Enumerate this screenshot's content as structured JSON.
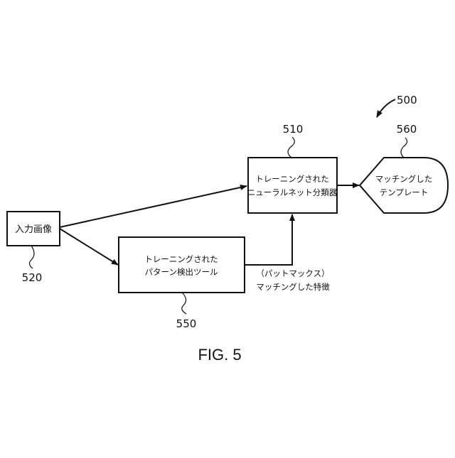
{
  "figure": {
    "ref_number": "500",
    "caption": "FIG. 5"
  },
  "nodes": {
    "input_image": {
      "label": "入力画像",
      "ref": "520"
    },
    "classifier": {
      "line1": "トレーニングされた",
      "line2": "ニューラルネット分類器",
      "ref": "510"
    },
    "pattern_tool": {
      "line1": "トレーニングされた",
      "line2": "パターン検出ツール",
      "ref": "550"
    },
    "template": {
      "line1": "マッチングした",
      "line2": "テンプレート",
      "ref": "560"
    }
  },
  "edge_labels": {
    "patmax_line1": "（パットマックス）",
    "patmax_line2": "マッチングした特徴"
  },
  "colors": {
    "ink": "#111111",
    "background": "#ffffff"
  }
}
